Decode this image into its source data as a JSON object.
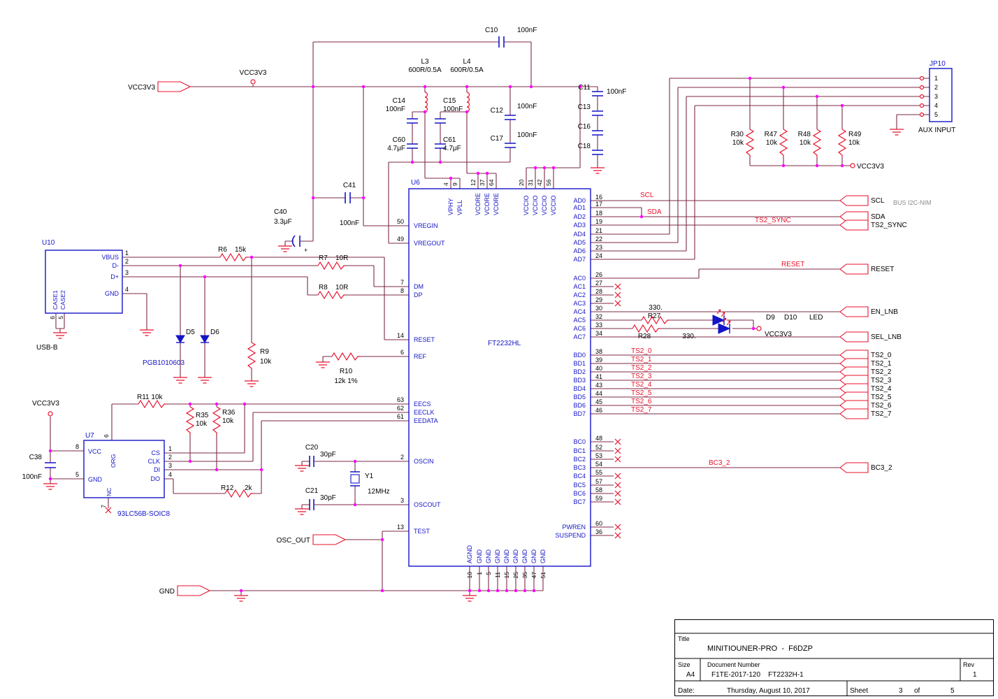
{
  "sheet": {
    "bus_note": "BUS I2C-NIM"
  },
  "power": {
    "vcc3v3": "VCC3V3",
    "gnd": "GND"
  },
  "nets": {
    "scl": "SCL",
    "sda": "SDA",
    "ts2_sync": "TS2_SYNC",
    "reset": "RESET",
    "en_lnb": "EN_LNB",
    "sel_lnb": "SEL_LNB",
    "bc3_2": "BC3_2",
    "osc_out": "OSC_OUT",
    "ts2": [
      "TS2_0",
      "TS2_1",
      "TS2_2",
      "TS2_3",
      "TS2_4",
      "TS2_5",
      "TS2_6",
      "TS2_7"
    ]
  },
  "u6": {
    "ref": "U6",
    "part": "FT2232HL",
    "left": [
      [
        "50",
        "VREGIN"
      ],
      [
        "49",
        "VREGOUT"
      ],
      [
        "7",
        "DM"
      ],
      [
        "8",
        "DP"
      ],
      [
        "14",
        "RESET"
      ],
      [
        "6",
        "REF"
      ],
      [
        "63",
        "EECS"
      ],
      [
        "62",
        "EECLK"
      ],
      [
        "61",
        "EEDATA"
      ],
      [
        "2",
        "OSCIN"
      ],
      [
        "3",
        "OSCOUT"
      ],
      [
        "13",
        "TEST"
      ]
    ],
    "top": [
      [
        "4",
        "VPHY"
      ],
      [
        "9",
        "VPLL"
      ],
      [
        "12",
        "VCORE"
      ],
      [
        "37",
        "VCORE"
      ],
      [
        "64",
        "VCORE"
      ],
      [
        "20",
        "VCCIO"
      ],
      [
        "31",
        "VCCIO"
      ],
      [
        "42",
        "VCCIO"
      ],
      [
        "56",
        "VCCIO"
      ]
    ],
    "right": [
      [
        "16",
        "AD0"
      ],
      [
        "17",
        "AD1"
      ],
      [
        "18",
        "AD2"
      ],
      [
        "19",
        "AD3"
      ],
      [
        "21",
        "AD4"
      ],
      [
        "22",
        "AD5"
      ],
      [
        "23",
        "AD6"
      ],
      [
        "24",
        "AD7"
      ],
      [
        "26",
        "AC0"
      ],
      [
        "27",
        "AC1"
      ],
      [
        "28",
        "AC2"
      ],
      [
        "29",
        "AC3"
      ],
      [
        "30",
        "AC4"
      ],
      [
        "32",
        "AC5"
      ],
      [
        "33",
        "AC6"
      ],
      [
        "34",
        "AC7"
      ],
      [
        "38",
        "BD0"
      ],
      [
        "39",
        "BD1"
      ],
      [
        "40",
        "BD2"
      ],
      [
        "41",
        "BD3"
      ],
      [
        "43",
        "BD4"
      ],
      [
        "44",
        "BD5"
      ],
      [
        "45",
        "BD6"
      ],
      [
        "46",
        "BD7"
      ],
      [
        "48",
        "BC0"
      ],
      [
        "52",
        "BC1"
      ],
      [
        "53",
        "BC2"
      ],
      [
        "54",
        "BC3"
      ],
      [
        "55",
        "BC4"
      ],
      [
        "57",
        "BC5"
      ],
      [
        "58",
        "BC6"
      ],
      [
        "59",
        "BC7"
      ],
      [
        "60",
        "PWREN"
      ],
      [
        "36",
        "SUSPEND"
      ]
    ],
    "bottom": [
      [
        "10",
        "AGND"
      ],
      [
        "1",
        "GND"
      ],
      [
        "5",
        "GND"
      ],
      [
        "11",
        "GND"
      ],
      [
        "15",
        "GND"
      ],
      [
        "25",
        "GND"
      ],
      [
        "35",
        "GND"
      ],
      [
        "47",
        "GND"
      ],
      [
        "51",
        "GND"
      ]
    ]
  },
  "u10": {
    "ref": "U10",
    "part": "USB-B",
    "right": [
      [
        "1",
        "VBUS"
      ],
      [
        "2",
        "D-"
      ],
      [
        "3",
        "D+"
      ],
      [
        "4",
        "GND"
      ]
    ],
    "case_pins": [
      "CASE1",
      "CASE2"
    ],
    "bottom": [
      "6",
      "5"
    ]
  },
  "u7": {
    "ref": "U7",
    "part": "93LC56B-SOIC8",
    "left": [
      [
        "8",
        "VCC"
      ],
      [
        "5",
        "GND"
      ]
    ],
    "right": [
      [
        "1",
        "CS"
      ],
      [
        "2",
        "CLK"
      ],
      [
        "3",
        "DI"
      ],
      [
        "4",
        "DO"
      ]
    ],
    "top": [
      [
        "6",
        "ORG"
      ]
    ],
    "bottom": [
      [
        "7",
        "NC"
      ]
    ]
  },
  "jp10": {
    "ref": "JP10",
    "label": "AUX INPUT",
    "pins": [
      "1",
      "2",
      "3",
      "4",
      "5"
    ]
  },
  "parts": {
    "c10": {
      "ref": "C10",
      "val": "100nF"
    },
    "l3": {
      "ref": "L3",
      "val": "600R/0.5A"
    },
    "l4": {
      "ref": "L4",
      "val": "600R/0.5A"
    },
    "c11": {
      "ref": "C11",
      "val": "100nF"
    },
    "c13": {
      "ref": "C13"
    },
    "c16": {
      "ref": "C16"
    },
    "c18": {
      "ref": "C18"
    },
    "c14": {
      "ref": "C14",
      "val": "100nF"
    },
    "c15": {
      "ref": "C15",
      "val": "100nF"
    },
    "c60": {
      "ref": "C60",
      "val": "4.7μF"
    },
    "c61": {
      "ref": "C61",
      "val": "4.7μF"
    },
    "c12": {
      "ref": "C12",
      "val": "100nF"
    },
    "c17": {
      "ref": "C17",
      "val": "100nF"
    },
    "c41": {
      "ref": "C41",
      "val": "100nF"
    },
    "c40": {
      "ref": "C40",
      "val": "3.3μF",
      "plus": "+"
    },
    "c38": {
      "ref": "C38",
      "val": "100nF"
    },
    "c20": {
      "ref": "C20",
      "val": "30pF"
    },
    "c21": {
      "ref": "C21",
      "val": "30pF"
    },
    "y1": {
      "ref": "Y1",
      "val": "12MHz"
    },
    "r6": {
      "ref": "R6",
      "val": "15k"
    },
    "r7": {
      "ref": "R7",
      "val": "10R"
    },
    "r8": {
      "ref": "R8",
      "val": "10R"
    },
    "r9": {
      "ref": "R9",
      "val": "10k"
    },
    "r10": {
      "ref": "R10",
      "val": "12k 1%"
    },
    "r11": {
      "ref": "R11 10k"
    },
    "r35": {
      "ref": "R35",
      "val": "10k"
    },
    "r36": {
      "ref": "R36",
      "val": "10k"
    },
    "r12": {
      "ref": "R12",
      "val": "2k"
    },
    "r27": {
      "ref": "R27",
      "val": "330."
    },
    "r28": {
      "ref": "R28",
      "val": "330."
    },
    "r30": {
      "ref": "R30",
      "val": "10k"
    },
    "r47": {
      "ref": "R47",
      "val": "10k"
    },
    "r48": {
      "ref": "R48",
      "val": "10k"
    },
    "r49": {
      "ref": "R49",
      "val": "10k"
    },
    "d5": {
      "ref": "D5"
    },
    "d6": {
      "ref": "D6"
    },
    "esd_part": "PGB1010603",
    "d9": {
      "ref": "D9"
    },
    "d10": {
      "ref": "D10"
    },
    "led_note": "LED"
  },
  "title_block": {
    "title_label": "Title",
    "title": "MINITIOUNER-PRO  -  F6DZP",
    "size_label": "Size",
    "size": "A4",
    "doc_label": "Document Number",
    "doc": "F1TE-2017-120    FT2232H-1",
    "rev_label": "Rev",
    "rev": "1",
    "date_label": "Date:",
    "date": "Thursday, August 10, 2017",
    "sheet_label": "Sheet",
    "sheet_num": "3",
    "of_label": "of",
    "sheet_total": "5"
  }
}
